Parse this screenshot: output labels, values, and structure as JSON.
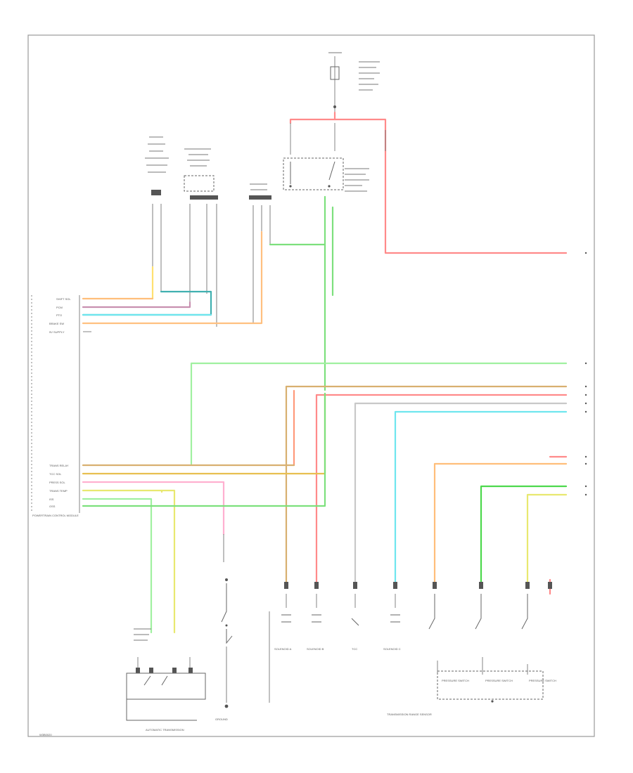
{
  "diagram": {
    "page_code": "W3B0020",
    "pcm_label": "POWERTRAIN CONTROL MODULE",
    "transmission_label": "AUTOMATIC TRANSMISSION",
    "pressure_switch_label": "TRANSMISSION RANGE SENSOR",
    "ground_label": "GROUND",
    "pins_top": [
      "SHIFT SOL",
      "PCM",
      "PTO",
      "BRAKE SW",
      "5V SUPPLY"
    ],
    "pins_bottom": [
      "TRANS RELAY",
      "TCC SOL",
      "PRESS SOL",
      "TRANS TEMP",
      "ISS",
      "OSS"
    ],
    "solenoids": [
      "SOLENOID A",
      "SOLENOID B",
      "TCC",
      "SOLENOID C"
    ],
    "switch_labels": [
      "PRESSURE SWITCH",
      "PRESSURE SWITCH",
      "PRESSURE SWITCH"
    ]
  },
  "colors": {
    "red": "#ff8a8a",
    "green": "#7de07d",
    "orange": "#ffbe7a",
    "cyan": "#6fe6ee",
    "yellow": "#e8e870",
    "tan": "#d8b070",
    "pink": "#ffb0d0",
    "mauve": "#c890b0",
    "teal": "#40b0b0",
    "gray": "#8a8a8a"
  }
}
